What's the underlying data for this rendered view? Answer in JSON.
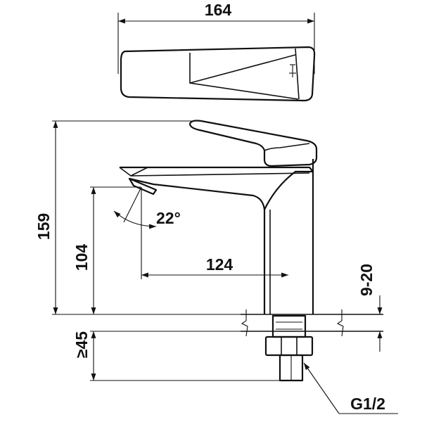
{
  "dimensions": {
    "top_length": "164",
    "total_height": "159",
    "spout_height": "104",
    "reach": "124",
    "angle": "22°",
    "deck_thickness": "9-20",
    "min_below_deck": "≥45",
    "thread": "G1/2"
  }
}
